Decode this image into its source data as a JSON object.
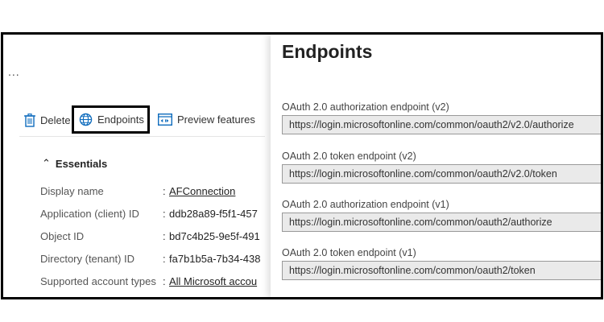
{
  "left": {
    "more_label": "...",
    "toolbar": [
      {
        "label": "Delete",
        "icon": "trash-icon"
      },
      {
        "label": "Endpoints",
        "icon": "globe-icon"
      },
      {
        "label": "Preview features",
        "icon": "preview-icon"
      }
    ],
    "essentials": {
      "title": "Essentials",
      "rows": [
        {
          "label": "Display name",
          "value": "AFConnection",
          "link": true
        },
        {
          "label": "Application (client) ID",
          "value": "ddb28a89-f5f1-457",
          "link": false
        },
        {
          "label": "Object ID",
          "value": "bd7c4b25-9e5f-491",
          "link": false
        },
        {
          "label": "Directory (tenant) ID",
          "value": "fa7b1b5a-7b34-438",
          "link": false
        },
        {
          "label": "Supported account types",
          "value": "All Microsoft accou",
          "link": true
        }
      ]
    }
  },
  "panel": {
    "title": "Endpoints",
    "fields": [
      {
        "label": "OAuth 2.0 authorization endpoint (v2)",
        "value": "https://login.microsoftonline.com/common/oauth2/v2.0/authorize"
      },
      {
        "label": "OAuth 2.0 token endpoint (v2)",
        "value": "https://login.microsoftonline.com/common/oauth2/v2.0/token"
      },
      {
        "label": "OAuth 2.0 authorization endpoint (v1)",
        "value": "https://login.microsoftonline.com/common/oauth2/authorize"
      },
      {
        "label": "OAuth 2.0 token endpoint (v1)",
        "value": "https://login.microsoftonline.com/common/oauth2/token"
      }
    ]
  },
  "colors": {
    "accent": "#0f6cbd",
    "highlight_box": "#000000"
  }
}
